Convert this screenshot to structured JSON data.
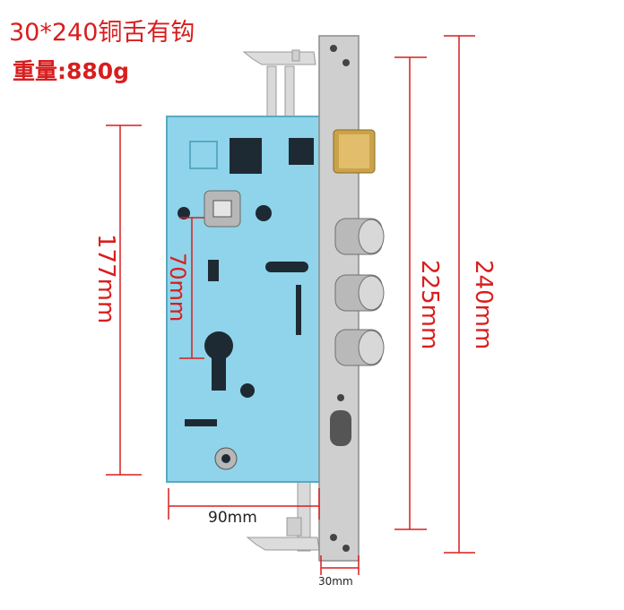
{
  "header": {
    "title": "30*240铜舌有钩",
    "weight": "重量:880g"
  },
  "dimensions": {
    "height_body": "177mm",
    "keyhole_spacing": "70mm",
    "bolt_span": "225mm",
    "total_length": "240mm",
    "body_width": "90mm",
    "faceplate_width": "30mm"
  },
  "colors": {
    "dimension_red": "#d81e1e",
    "lock_body": "#8fd4ea",
    "faceplate": "#c8c8c8",
    "brass_latch": "#c9a24a"
  }
}
